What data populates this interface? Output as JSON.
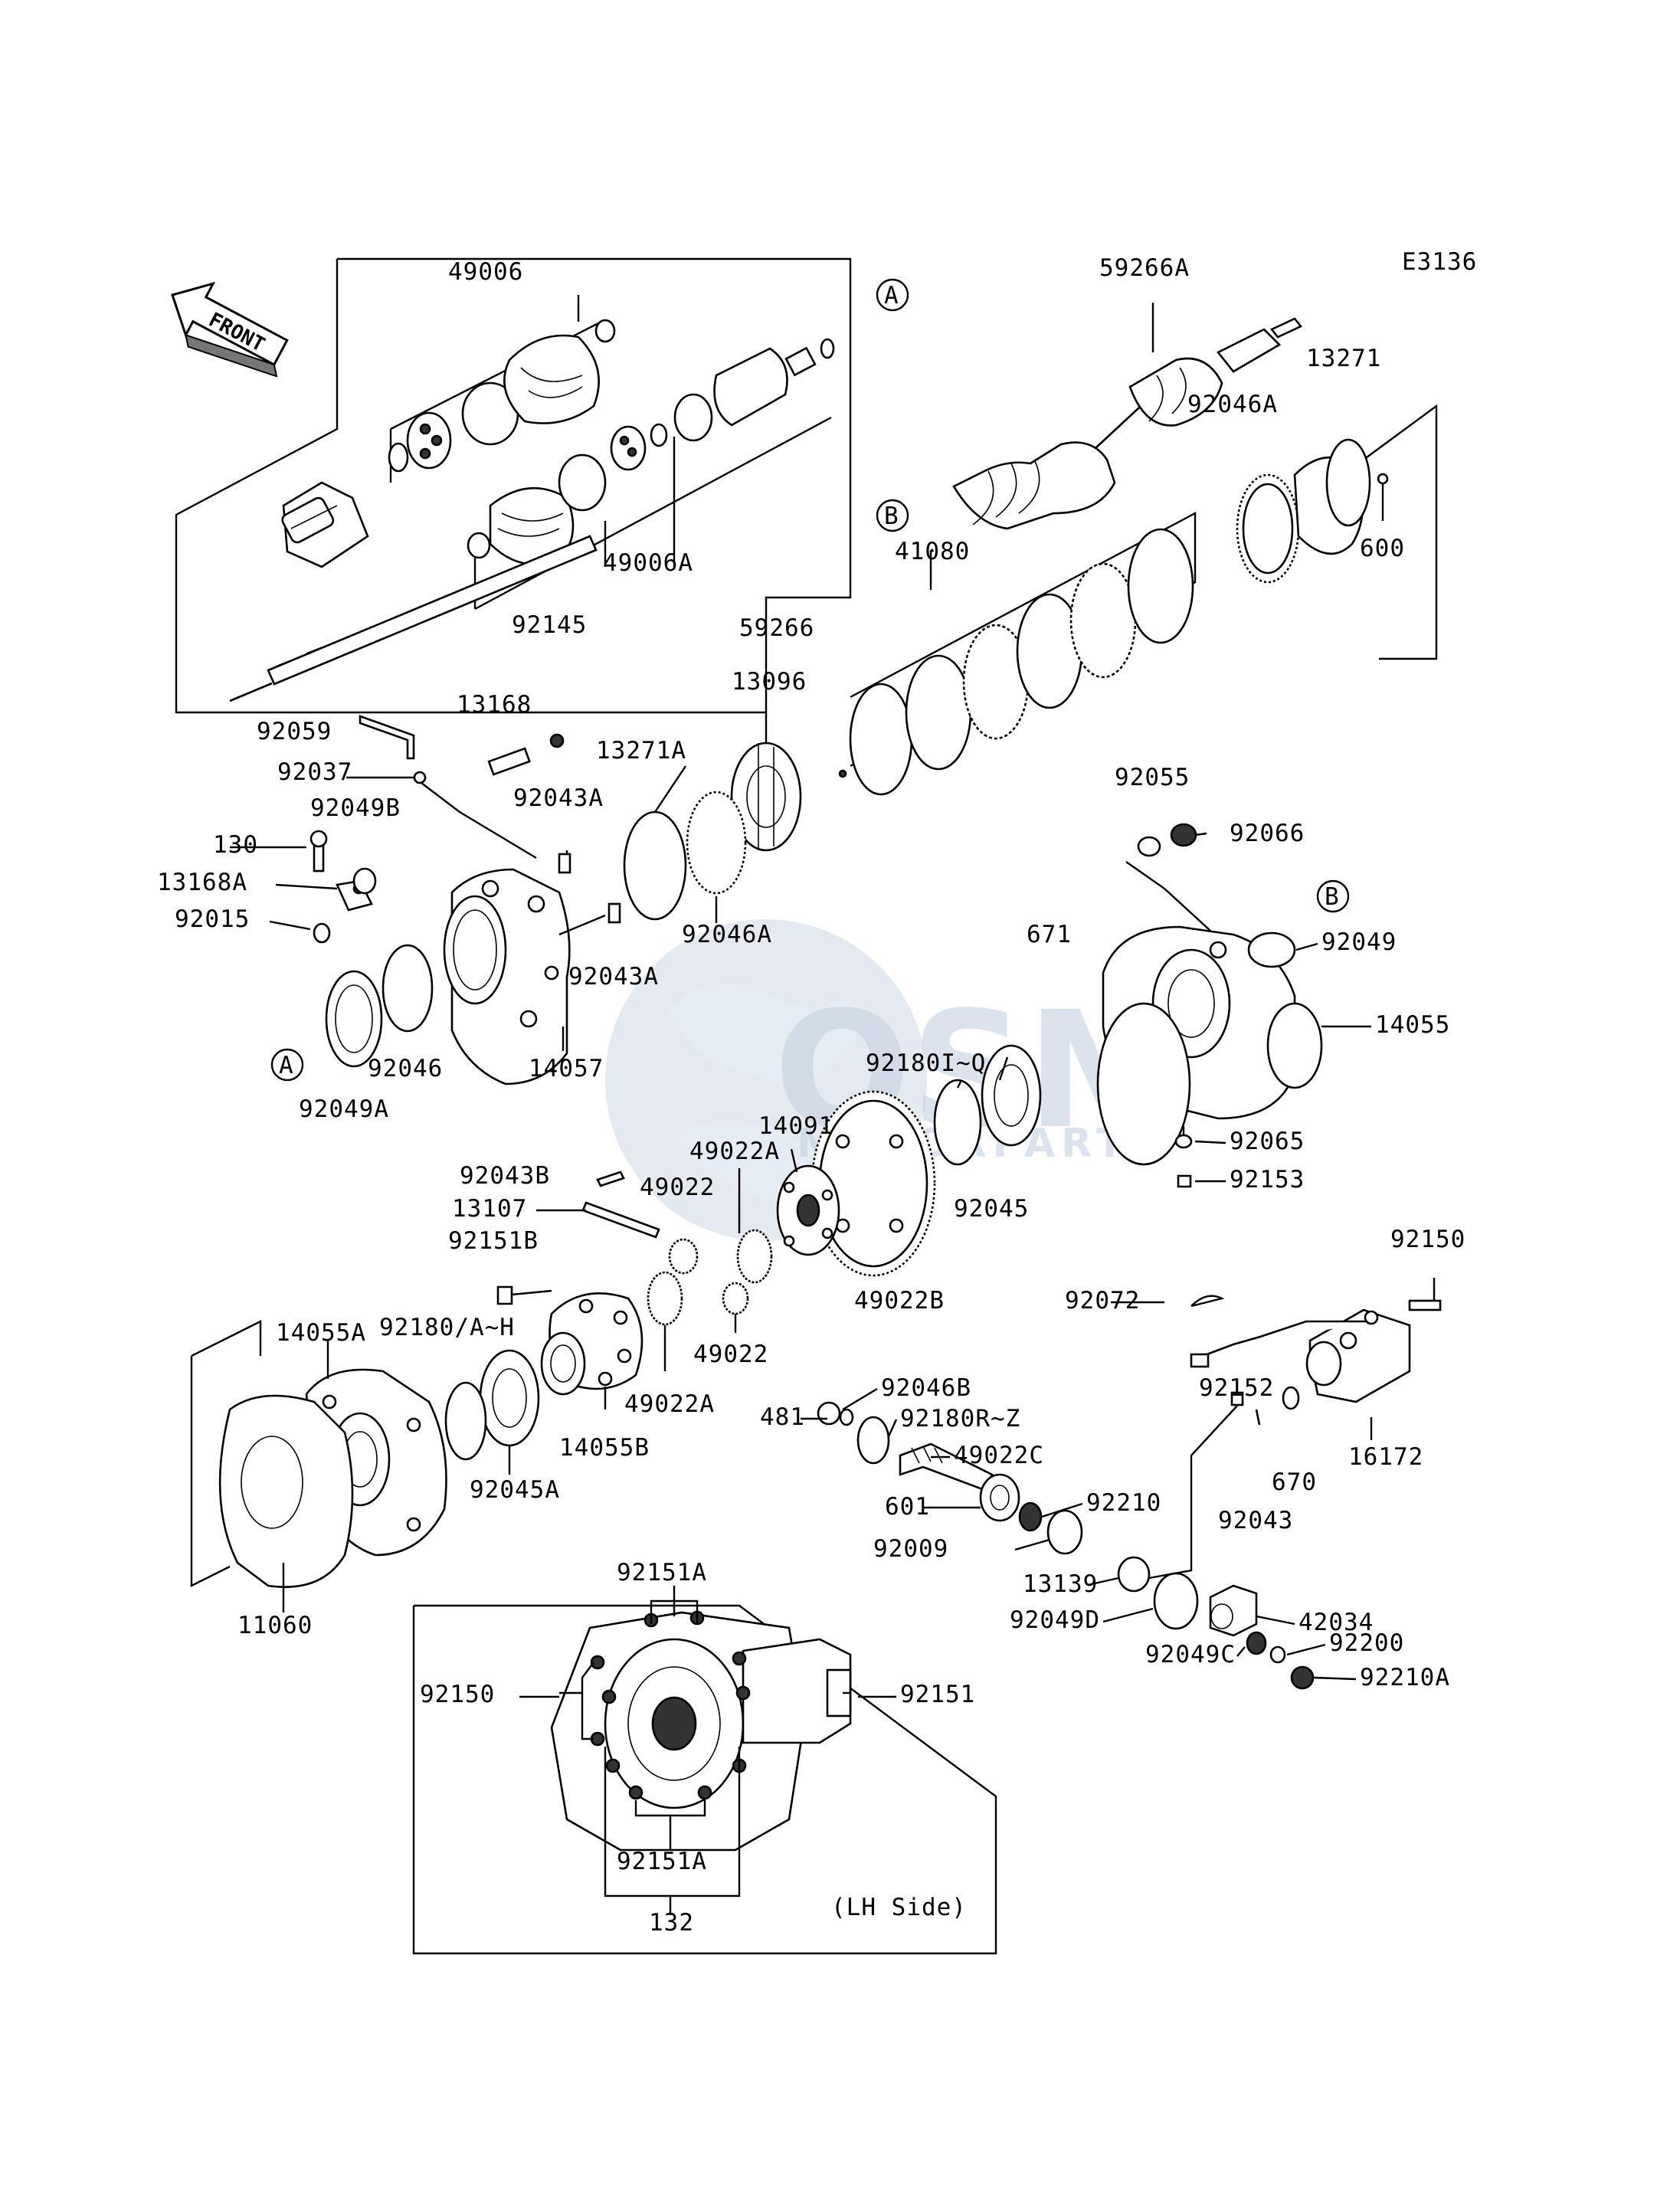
{
  "diagram_code": "E3136",
  "front_arrow_label": "FRONT",
  "view_note": "(LH Side)",
  "watermark": {
    "logo_text": "OSM",
    "sub_text": "MOTORPARTS"
  },
  "callouts": {
    "A": "A",
    "B": "B"
  },
  "parts": {
    "p49006": "49006",
    "p49006A": "49006A",
    "p59266": "59266",
    "p59266A": "59266A",
    "p13271": "13271",
    "p92046A_top": "92046A",
    "p600": "600",
    "p41080": "41080",
    "p13096": "13096",
    "p92145": "92145",
    "p13168": "13168",
    "p92059": "92059",
    "p92037": "92037",
    "p13271A": "13271A",
    "p92043A_top": "92043A",
    "p92049B": "92049B",
    "p130": "130",
    "p13168A": "13168A",
    "p92015": "92015",
    "p92046A_mid": "92046A",
    "p92043A_mid": "92043A",
    "p92055": "92055",
    "p92066": "92066",
    "p92049": "92049",
    "p671": "671",
    "p14055": "14055",
    "p92180IQ": "92180I~Q",
    "p14091": "14091",
    "p49022A_top": "49022A",
    "p92065": "92065",
    "p92153": "92153",
    "p92046": "92046",
    "p14057": "14057",
    "p92049A": "92049A",
    "p92043B": "92043B",
    "p49022_top": "49022",
    "p13107": "13107",
    "p92045": "92045",
    "p92151B": "92151B",
    "p49022B": "49022B",
    "p92150_right": "92150",
    "p92072": "92072",
    "p14055A": "14055A",
    "p92180AH": "92180/A~H",
    "p49022_low": "49022",
    "p49022A_low": "49022A",
    "p92046B": "92046B",
    "p481": "481",
    "p92180RZ": "92180R~Z",
    "p14055B": "14055B",
    "p92152": "92152",
    "p16172": "16172",
    "p670": "670",
    "p92045A": "92045A",
    "p49022C": "49022C",
    "p601": "601",
    "p92210": "92210",
    "p92043_low": "92043",
    "p92009": "92009",
    "p11060": "11060",
    "p92151A_top": "92151A",
    "p13139": "13139",
    "p92049D": "92049D",
    "p42034": "42034",
    "p92049C": "92049C",
    "p92200": "92200",
    "p92210A": "92210A",
    "p92150_left": "92150",
    "p92151": "92151",
    "p92151A_low": "92151A",
    "p132": "132"
  }
}
